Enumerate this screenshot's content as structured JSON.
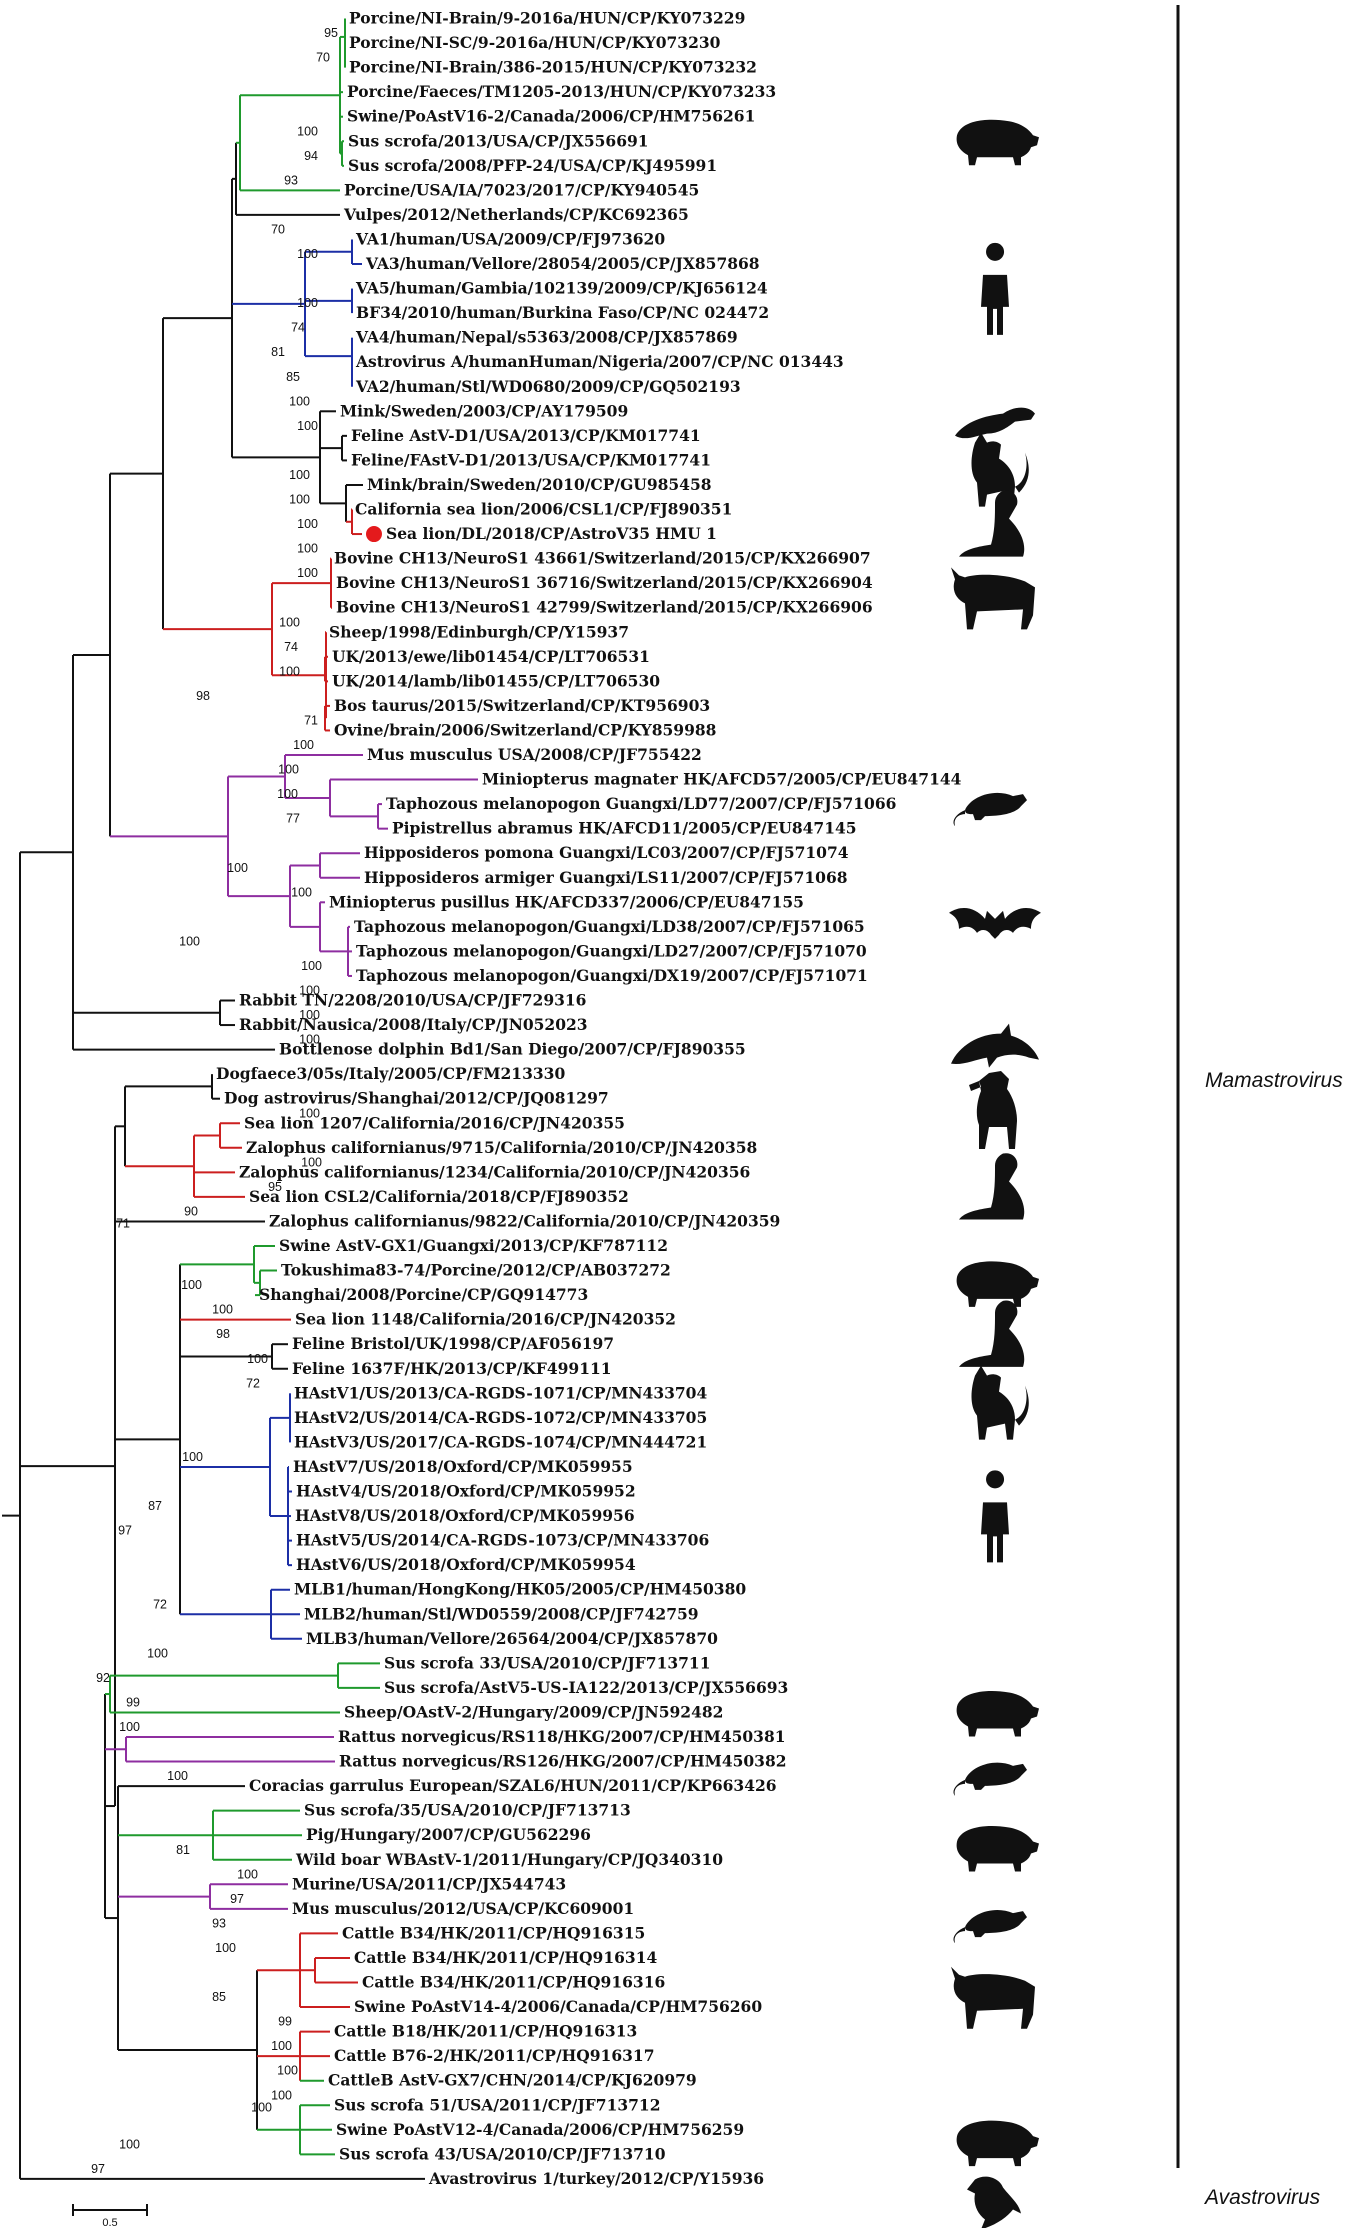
{
  "colors": {
    "default": "#111111",
    "green": "#1f9a2d",
    "blue": "#1c2fa6",
    "red": "#cc1f1f",
    "purple": "#8e2ea0",
    "highlight": "#e41a1c"
  },
  "leaves": [
    {
      "label": "Porcine/NI-Brain/9-2016a/HUN/CP/KY073229",
      "color": "green"
    },
    {
      "label": "Porcine/NI-SC/9-2016a/HUN/CP/KY073230",
      "color": "green"
    },
    {
      "label": "Porcine/NI-Brain/386-2015/HUN/CP/KY073232",
      "color": "green"
    },
    {
      "label": "Porcine/Faeces/TM1205-2013/HUN/CP/KY073233",
      "color": "green"
    },
    {
      "label": "Swine/PoAstV16-2/Canada/2006/CP/HM756261",
      "color": "green"
    },
    {
      "label": "Sus scrofa/2013/USA/CP/JX556691",
      "color": "green"
    },
    {
      "label": "Sus scrofa/2008/PFP-24/USA/CP/KJ495991",
      "color": "green"
    },
    {
      "label": "Porcine/USA/IA/7023/2017/CP/KY940545",
      "color": "green"
    },
    {
      "label": "Vulpes/2012/Netherlands/CP/KC692365",
      "color": "default"
    },
    {
      "label": "VA1/human/USA/2009/CP/FJ973620",
      "color": "blue"
    },
    {
      "label": "VA3/human/Vellore/28054/2005/CP/JX857868",
      "color": "blue"
    },
    {
      "label": "VA5/human/Gambia/102139/2009/CP/KJ656124",
      "color": "blue"
    },
    {
      "label": "BF34/2010/human/Burkina Faso/CP/NC 024472",
      "color": "blue"
    },
    {
      "label": "VA4/human/Nepal/s5363/2008/CP/JX857869",
      "color": "blue"
    },
    {
      "label": "Astrovirus A/humanHuman/Nigeria/2007/CP/NC 013443",
      "color": "blue"
    },
    {
      "label": "VA2/human/Stl/WD0680/2009/CP/GQ502193",
      "color": "blue"
    },
    {
      "label": "Mink/Sweden/2003/CP/AY179509",
      "color": "default"
    },
    {
      "label": "Feline AstV-D1/USA/2013/CP/KM017741",
      "color": "default"
    },
    {
      "label": "Feline/FAstV-D1/2013/USA/CP/KM017741",
      "color": "default"
    },
    {
      "label": "Mink/brain/Sweden/2010/CP/GU985458",
      "color": "default"
    },
    {
      "label": "California sea lion/2006/CSL1/CP/FJ890351",
      "color": "red"
    },
    {
      "label": "Sea lion/DL/2018/CP/AstroV35 HMU 1",
      "color": "red"
    },
    {
      "label": "Bovine CH13/NeuroS1 43661/Switzerland/2015/CP/KX266907",
      "color": "red"
    },
    {
      "label": "Bovine CH13/NeuroS1 36716/Switzerland/2015/CP/KX266904",
      "color": "red"
    },
    {
      "label": "Bovine CH13/NeuroS1 42799/Switzerland/2015/CP/KX266906",
      "color": "red"
    },
    {
      "label": "Sheep/1998/Edinburgh/CP/Y15937",
      "color": "red"
    },
    {
      "label": "UK/2013/ewe/lib01454/CP/LT706531",
      "color": "red"
    },
    {
      "label": "UK/2014/lamb/lib01455/CP/LT706530",
      "color": "red"
    },
    {
      "label": "Bos taurus/2015/Switzerland/CP/KT956903",
      "color": "red"
    },
    {
      "label": "Ovine/brain/2006/Switzerland/CP/KY859988",
      "color": "red"
    },
    {
      "label": "Mus musculus USA/2008/CP/JF755422",
      "color": "purple"
    },
    {
      "label": "Miniopterus magnater HK/AFCD57/2005/CP/EU847144",
      "color": "purple"
    },
    {
      "label": "Taphozous melanopogon Guangxi/LD77/2007/CP/FJ571066",
      "color": "purple"
    },
    {
      "label": "Pipistrellus abramus HK/AFCD11/2005/CP/EU847145",
      "color": "purple"
    },
    {
      "label": "Hipposideros pomona Guangxi/LC03/2007/CP/FJ571074",
      "color": "purple"
    },
    {
      "label": "Hipposideros armiger Guangxi/LS11/2007/CP/FJ571068",
      "color": "purple"
    },
    {
      "label": "Miniopterus pusillus HK/AFCD337/2006/CP/EU847155",
      "color": "purple"
    },
    {
      "label": "Taphozous melanopogon/Guangxi/LD38/2007/CP/FJ571065",
      "color": "purple"
    },
    {
      "label": "Taphozous melanopogon/Guangxi/LD27/2007/CP/FJ571070",
      "color": "purple"
    },
    {
      "label": "Taphozous melanopogon/Guangxi/DX19/2007/CP/FJ571071",
      "color": "purple"
    },
    {
      "label": "Rabbit TN/2208/2010/USA/CP/JF729316",
      "color": "default"
    },
    {
      "label": "Rabbit/Nausica/2008/Italy/CP/JN052023",
      "color": "default"
    },
    {
      "label": "Bottlenose dolphin Bd1/San Diego/2007/CP/FJ890355",
      "color": "default"
    },
    {
      "label": "Dogfaece3/05s/Italy/2005/CP/FM213330",
      "color": "default"
    },
    {
      "label": "Dog astrovirus/Shanghai/2012/CP/JQ081297",
      "color": "default"
    },
    {
      "label": "Sea lion 1207/California/2016/CP/JN420355",
      "color": "red"
    },
    {
      "label": "Zalophus californianus/9715/California/2010/CP/JN420358",
      "color": "red"
    },
    {
      "label": "Zalophus californianus/1234/California/2010/CP/JN420356",
      "color": "red"
    },
    {
      "label": "Sea lion CSL2/California/2018/CP/FJ890352",
      "color": "red"
    },
    {
      "label": "Zalophus californianus/9822/California/2010/CP/JN420359",
      "color": "default"
    },
    {
      "label": "Swine AstV-GX1/Guangxi/2013/CP/KF787112",
      "color": "green"
    },
    {
      "label": "Tokushima83-74/Porcine/2012/CP/AB037272",
      "color": "green"
    },
    {
      "label": "Shanghai/2008/Porcine/CP/GQ914773",
      "color": "green"
    },
    {
      "label": "Sea lion 1148/California/2016/CP/JN420352",
      "color": "red"
    },
    {
      "label": "Feline Bristol/UK/1998/CP/AF056197",
      "color": "default"
    },
    {
      "label": "Feline 1637F/HK/2013/CP/KF499111",
      "color": "default"
    },
    {
      "label": "HAstV1/US/2013/CA-RGDS-1071/CP/MN433704",
      "color": "blue"
    },
    {
      "label": "HAstV2/US/2014/CA-RGDS-1072/CP/MN433705",
      "color": "blue"
    },
    {
      "label": "HAstV3/US/2017/CA-RGDS-1074/CP/MN444721",
      "color": "blue"
    },
    {
      "label": "HAstV7/US/2018/Oxford/CP/MK059955",
      "color": "blue"
    },
    {
      "label": "HAstV4/US/2018/Oxford/CP/MK059952",
      "color": "blue"
    },
    {
      "label": "HAstV8/US/2018/Oxford/CP/MK059956",
      "color": "blue"
    },
    {
      "label": "HAstV5/US/2014/CA-RGDS-1073/CP/MN433706",
      "color": "blue"
    },
    {
      "label": "HAstV6/US/2018/Oxford/CP/MK059954",
      "color": "blue"
    },
    {
      "label": "MLB1/human/HongKong/HK05/2005/CP/HM450380",
      "color": "blue"
    },
    {
      "label": "MLB2/human/Stl/WD0559/2008/CP/JF742759",
      "color": "blue"
    },
    {
      "label": "MLB3/human/Vellore/26564/2004/CP/JX857870",
      "color": "blue"
    },
    {
      "label": "Sus scrofa 33/USA/2010/CP/JF713711",
      "color": "green"
    },
    {
      "label": "Sus scrofa/AstV5-US-IA122/2013/CP/JX556693",
      "color": "green"
    },
    {
      "label": "Sheep/OAstV-2/Hungary/2009/CP/JN592482",
      "color": "green"
    },
    {
      "label": "Rattus norvegicus/RS118/HKG/2007/CP/HM450381",
      "color": "purple"
    },
    {
      "label": "Rattus norvegicus/RS126/HKG/2007/CP/HM450382",
      "color": "purple"
    },
    {
      "label": "Coracias garrulus European/SZAL6/HUN/2011/CP/KP663426",
      "color": "default"
    },
    {
      "label": "Sus scrofa/35/USA/2010/CP/JF713713",
      "color": "green"
    },
    {
      "label": "Pig/Hungary/2007/CP/GU562296",
      "color": "green"
    },
    {
      "label": "Wild boar WBAstV-1/2011/Hungary/CP/JQ340310",
      "color": "green"
    },
    {
      "label": "Murine/USA/2011/CP/JX544743",
      "color": "purple"
    },
    {
      "label": "Mus musculus/2012/USA/CP/KC609001",
      "color": "purple"
    },
    {
      "label": "Cattle B34/HK/2011/CP/HQ916315",
      "color": "red"
    },
    {
      "label": "Cattle B34/HK/2011/CP/HQ916314",
      "color": "red"
    },
    {
      "label": "Cattle B34/HK/2011/CP/HQ916316",
      "color": "red"
    },
    {
      "label": "Swine PoAstV14-4/2006/Canada/CP/HM756260",
      "color": "red"
    },
    {
      "label": "Cattle B18/HK/2011/CP/HQ916313",
      "color": "red"
    },
    {
      "label": "Cattle B76-2/HK/2011/CP/HQ916317",
      "color": "red"
    },
    {
      "label": "CattleB AstV-GX7/CHN/2014/CP/KJ620979",
      "color": "green"
    },
    {
      "label": "Sus scrofa 51/USA/2011/CP/JF713712",
      "color": "green"
    },
    {
      "label": "Swine PoAstV12-4/Canada/2006/CP/HM756259",
      "color": "green"
    },
    {
      "label": "Sus scrofa 43/USA/2010/CP/JF713710",
      "color": "green"
    },
    {
      "label": "Avastrovirus 1/turkey/2012/CP/Y15936",
      "color": "default"
    }
  ],
  "bootstrap": [
    {
      "value": "95",
      "leaf": 1
    },
    {
      "value": "70",
      "leaf": 2
    },
    {
      "value": "100",
      "leaf": 5
    },
    {
      "value": "94",
      "leaf": 6
    },
    {
      "value": "93",
      "leaf": 7
    },
    {
      "value": "70",
      "leaf": 9
    },
    {
      "value": "100",
      "leaf": 10
    },
    {
      "value": "100",
      "leaf": 12
    },
    {
      "value": "74",
      "leaf": 13
    },
    {
      "value": "81",
      "leaf": 14
    },
    {
      "value": "85",
      "leaf": 15
    },
    {
      "value": "100",
      "leaf": 16
    },
    {
      "value": "100",
      "leaf": 17
    },
    {
      "value": "100",
      "leaf": 19
    },
    {
      "value": "100",
      "leaf": 20
    },
    {
      "value": "100",
      "leaf": 21
    },
    {
      "value": "100",
      "leaf": 22
    },
    {
      "value": "100",
      "leaf": 23
    },
    {
      "value": "100",
      "leaf": 25
    },
    {
      "value": "74",
      "leaf": 26
    },
    {
      "value": "100",
      "leaf": 27
    },
    {
      "value": "98",
      "leaf": 28
    },
    {
      "value": "71",
      "leaf": 29
    },
    {
      "value": "100",
      "leaf": 30
    },
    {
      "value": "100",
      "leaf": 31
    },
    {
      "value": "100",
      "leaf": 32
    },
    {
      "value": "77",
      "leaf": 33
    },
    {
      "value": "100",
      "leaf": 35
    },
    {
      "value": "100",
      "leaf": 36
    },
    {
      "value": "100",
      "leaf": 38
    },
    {
      "value": "100",
      "leaf": 39
    },
    {
      "value": "100",
      "leaf": 40
    },
    {
      "value": "100",
      "leaf": 41
    },
    {
      "value": "100",
      "leaf": 42
    },
    {
      "value": "100",
      "leaf": 45
    },
    {
      "value": "100",
      "leaf": 47
    },
    {
      "value": "95",
      "leaf": 48
    },
    {
      "value": "90",
      "leaf": 49
    },
    {
      "value": "71",
      "leaf": 49.5
    },
    {
      "value": "100",
      "leaf": 52
    },
    {
      "value": "100",
      "leaf": 53
    },
    {
      "value": "98",
      "leaf": 54
    },
    {
      "value": "100",
      "leaf": 55
    },
    {
      "value": "72",
      "leaf": 56
    },
    {
      "value": "100",
      "leaf": 59
    },
    {
      "value": "87",
      "leaf": 61
    },
    {
      "value": "97",
      "leaf": 62
    },
    {
      "value": "72",
      "leaf": 65
    },
    {
      "value": "100",
      "leaf": 67
    },
    {
      "value": "92",
      "leaf": 68
    },
    {
      "value": "99",
      "leaf": 69
    },
    {
      "value": "100",
      "leaf": 70
    },
    {
      "value": "100",
      "leaf": 72
    },
    {
      "value": "81",
      "leaf": 75
    },
    {
      "value": "100",
      "leaf": 76
    },
    {
      "value": "97",
      "leaf": 77
    },
    {
      "value": "93",
      "leaf": 78
    },
    {
      "value": "100",
      "leaf": 79
    },
    {
      "value": "85",
      "leaf": 81
    },
    {
      "value": "99",
      "leaf": 82
    },
    {
      "value": "100",
      "leaf": 83
    },
    {
      "value": "100",
      "leaf": 84
    },
    {
      "value": "100",
      "leaf": 85
    },
    {
      "value": "100",
      "leaf": 85.5
    },
    {
      "value": "100",
      "leaf": 87
    },
    {
      "value": "97",
      "leaf": 88
    }
  ],
  "silhouettes": [
    {
      "icon": "pig-icon",
      "leaf": 5
    },
    {
      "icon": "human-icon",
      "leaf": 11.5
    },
    {
      "icon": "mink-icon",
      "leaf": 16.5
    },
    {
      "icon": "cat-icon",
      "leaf": 18.5
    },
    {
      "icon": "sea-lion-icon",
      "leaf": 20.7
    },
    {
      "icon": "cattle-icon",
      "leaf": 23.5
    },
    {
      "icon": "rat-icon",
      "leaf": 32
    },
    {
      "icon": "bat-icon",
      "leaf": 37
    },
    {
      "icon": "dolphin-icon",
      "leaf": 42
    },
    {
      "icon": "dog-icon",
      "leaf": 44.5
    },
    {
      "icon": "sea-lion-icon",
      "leaf": 47.7
    },
    {
      "icon": "pig-icon",
      "leaf": 51.5
    },
    {
      "icon": "sea-lion-icon",
      "leaf": 53.7
    },
    {
      "icon": "cat-icon",
      "leaf": 56.5
    },
    {
      "icon": "human-icon",
      "leaf": 61.5
    },
    {
      "icon": "pig-icon",
      "leaf": 69
    },
    {
      "icon": "rat-icon",
      "leaf": 71.5
    },
    {
      "icon": "pig-icon",
      "leaf": 74.5
    },
    {
      "icon": "rat-icon",
      "leaf": 77.5
    },
    {
      "icon": "cattle-icon",
      "leaf": 80.5
    },
    {
      "icon": "pig-icon",
      "leaf": 86.5
    },
    {
      "icon": "bird-icon",
      "leaf": 89
    }
  ],
  "genera": [
    {
      "name": "Mamastrovirus",
      "from_leaf": 0,
      "to_leaf": 88
    },
    {
      "name": "Avastrovirus",
      "from_leaf": 89,
      "to_leaf": 89
    }
  ],
  "scale_bar": {
    "label": "0.5"
  }
}
